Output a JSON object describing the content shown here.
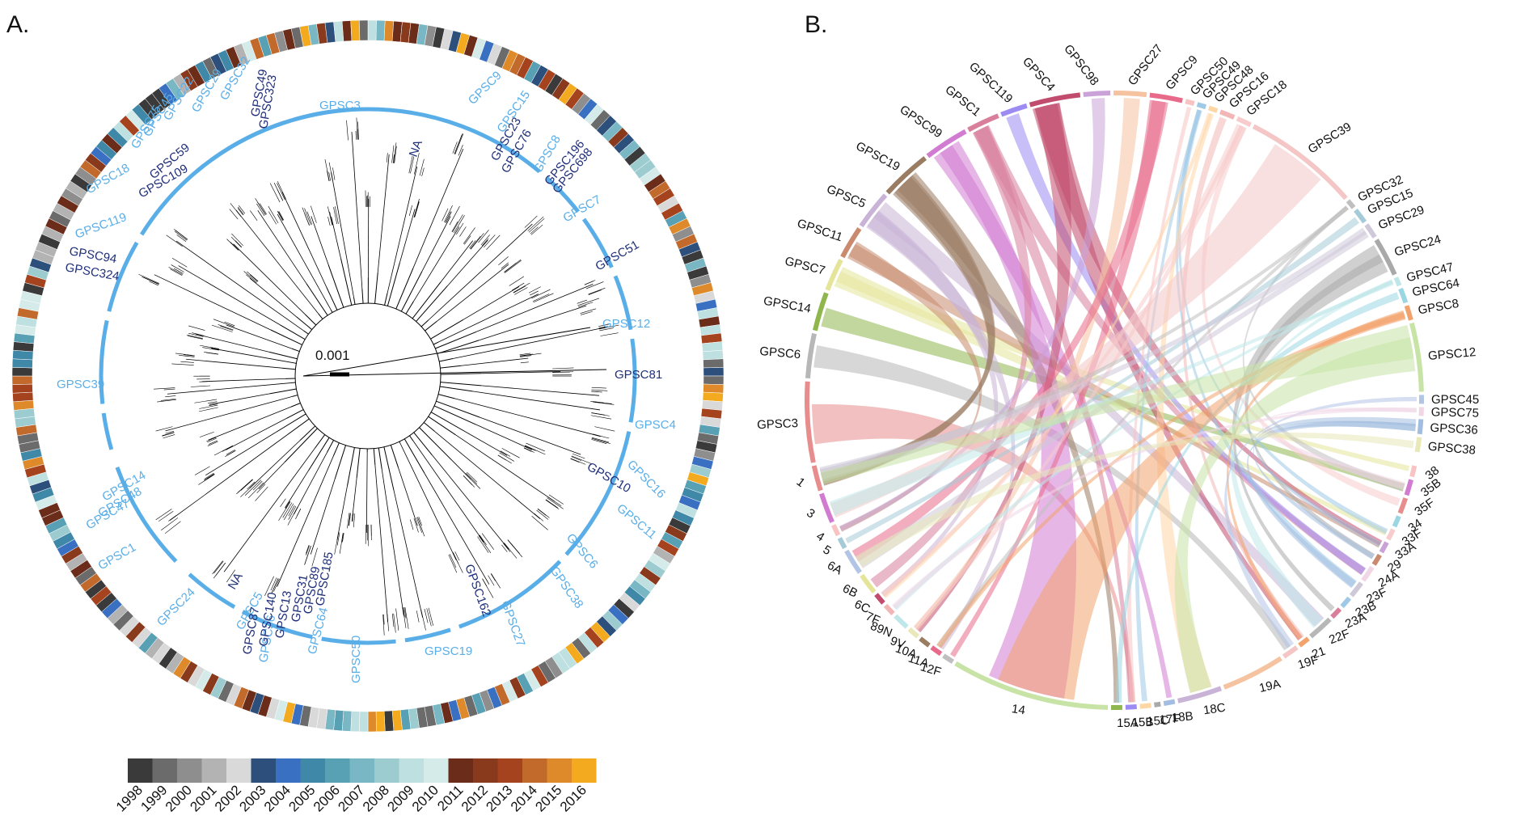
{
  "panels": {
    "a_label": "A.",
    "b_label": "B."
  },
  "tree": {
    "scale_label": "0.001",
    "clade_labels_light": [
      "GPSC3",
      "GPSC9",
      "GPSC15",
      "GPSC8",
      "GPSC7",
      "GPSC12",
      "GPSC4",
      "GPSC16",
      "GPSC11",
      "GPSC6",
      "GPSC38",
      "GPSC27",
      "GPSC19",
      "GPSC50",
      "GPSC64",
      "GPSC36",
      "GPSC5",
      "GPSC24",
      "GPSC1",
      "GPSC47",
      "GPSC48",
      "GPSC14",
      "GPSC39",
      "GPSC119",
      "GPSC18",
      "GPSC75",
      "GPSC45",
      "GPSC22",
      "GPSC29",
      "GPSC32"
    ],
    "clade_labels_dark": [
      "NA",
      "GPSC23",
      "GPSC76",
      "GPSC196",
      "GPSC698",
      "GPSC51",
      "GPSC81",
      "GPSC10",
      "GPSC162",
      "GPSC185",
      "GPSC89",
      "GPSC31",
      "GPSC13",
      "GPSC140",
      "GPSC87",
      "NA",
      "GPSC94",
      "GPSC324",
      "GPSC109",
      "GPSC59",
      "GPSC323",
      "GPSC49"
    ],
    "year_legend": [
      "1998",
      "1999",
      "2000",
      "2001",
      "2002",
      "2003",
      "2004",
      "2005",
      "2006",
      "2007",
      "2008",
      "2009",
      "2010",
      "2011",
      "2012",
      "2013",
      "2014",
      "2015",
      "2016"
    ],
    "year_colors": [
      "#3a3a3a",
      "#6b6b6b",
      "#8e8e8e",
      "#b3b3b3",
      "#d9d9d9",
      "#2d4f7c",
      "#3a70c1",
      "#3f88a8",
      "#58a0b4",
      "#78b7c3",
      "#9ccbd0",
      "#bfe0e0",
      "#d4ebea",
      "#6b2c1a",
      "#8a3a1c",
      "#a5431f",
      "#c26a2c",
      "#df8a2a",
      "#f3aa1e"
    ]
  },
  "chord": {
    "gpsc_labels": [
      "GPSC3",
      "GPSC6",
      "GPSC14",
      "GPSC7",
      "GPSC11",
      "GPSC5",
      "GPSC19",
      "GPSC99",
      "GPSC1",
      "GPSC119",
      "GPSC4",
      "GPSC98",
      "GPSC27",
      "GPSC9",
      "GPSC50",
      "GPSC49",
      "GPSC48",
      "GPSC16",
      "GPSC18",
      "GPSC39",
      "GPSC32",
      "GPSC15",
      "GPSC29",
      "GPSC24",
      "GPSC47",
      "GPSC64",
      "GPSC8",
      "GPSC12",
      "GPSC45",
      "GPSC75",
      "GPSC36",
      "GPSC38"
    ],
    "serotype_labels": [
      "1",
      "3",
      "4",
      "5",
      "6A",
      "6B",
      "6C",
      "7F",
      "89N",
      "9V",
      "10A",
      "11A",
      "12F",
      "14",
      "15A",
      "15B",
      "15C",
      "17F",
      "18B",
      "18C",
      "19A",
      "19F",
      "21",
      "22F",
      "23A",
      "23B",
      "23F",
      "24A",
      "29",
      "33A",
      "33F",
      "34",
      "35F",
      "35B",
      "38"
    ]
  }
}
